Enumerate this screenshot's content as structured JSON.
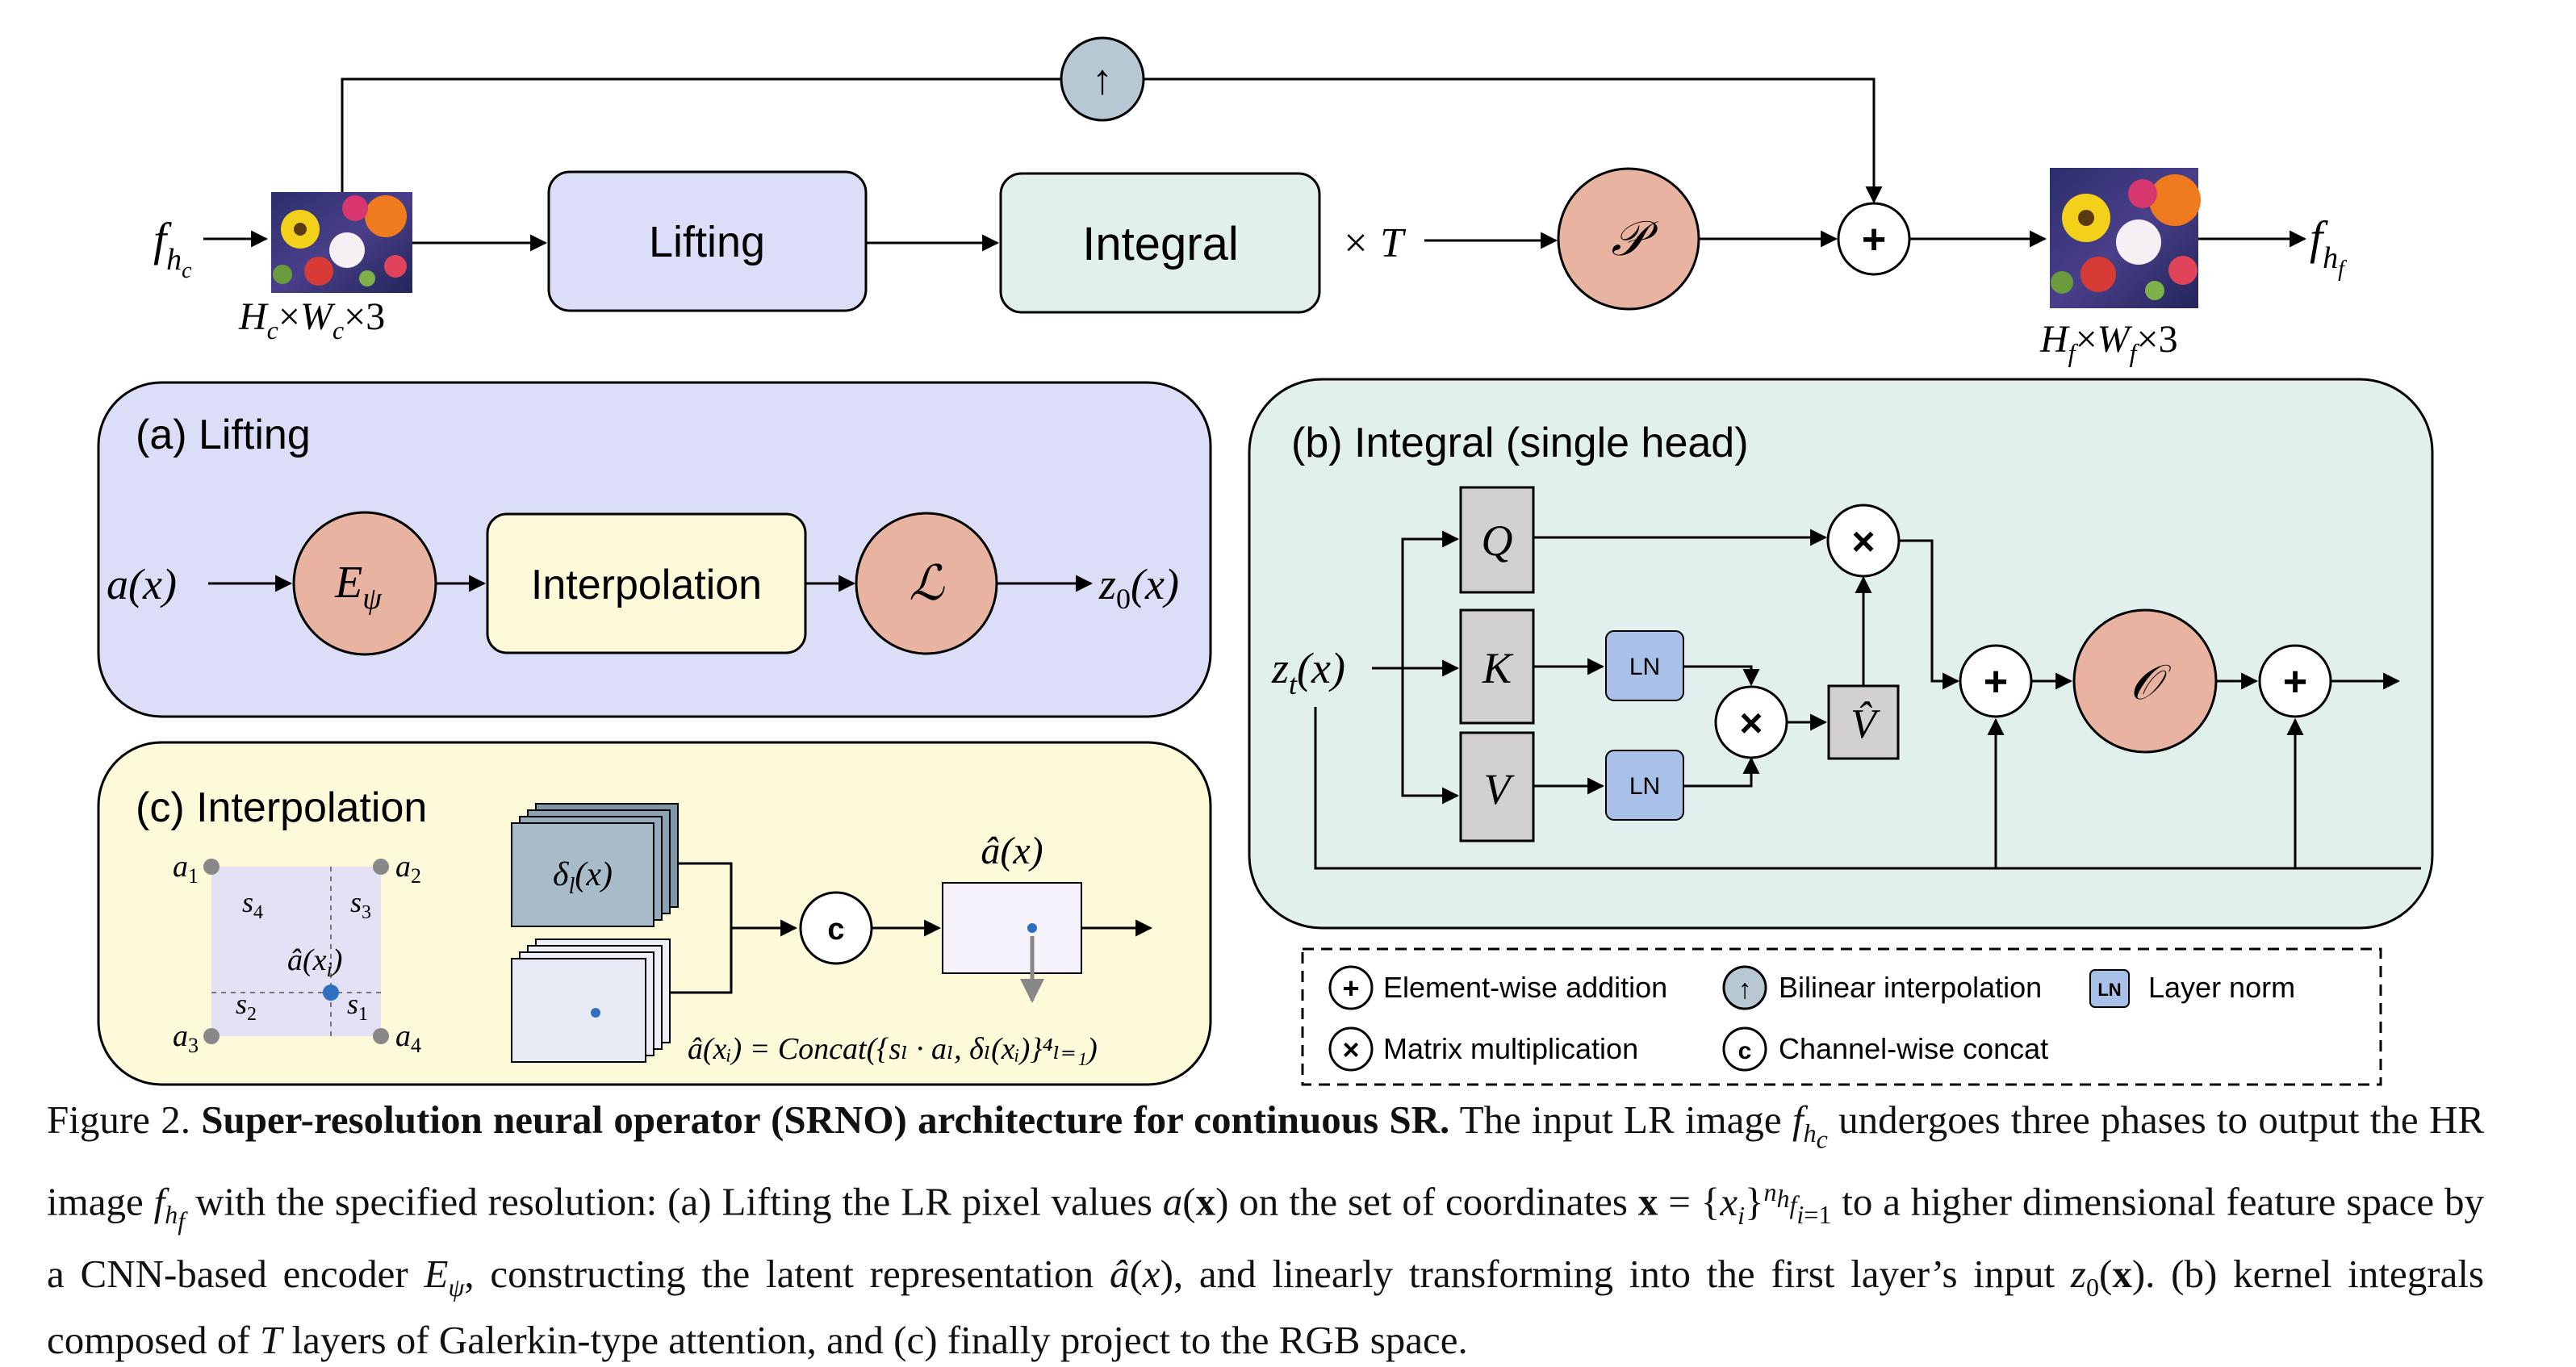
{
  "main": {
    "input_label": "f",
    "input_sub": "h",
    "input_subsub": "c",
    "input_dims": "H",
    "input_dims_sub": "c",
    "input_dims_w": "W",
    "input_dims_w_sub": "c",
    "times": "×",
    "three": "3",
    "lifting": "Lifting",
    "integral": "Integral",
    "times_t": "× T",
    "projection": "𝒫",
    "plus": "+",
    "up": "↑",
    "output_label": "f",
    "output_sub": "h",
    "output_subsub": "f",
    "output_dims": "H",
    "output_dims_sub": "f",
    "output_dims_w": "W",
    "output_dims_w_sub": "f"
  },
  "panel_a": {
    "title": "(a) Lifting",
    "input": "a(x)",
    "encoder": "E",
    "encoder_sub": "ψ",
    "interpolation": "Interpolation",
    "linear": "ℒ",
    "output": "z",
    "output_sub": "0",
    "output_arg": "(x)"
  },
  "panel_b": {
    "title": "(b) Integral (single head)",
    "input": "z",
    "input_sub": "t",
    "input_arg": "(x)",
    "q": "Q",
    "k": "K",
    "v": "V",
    "ln": "LN",
    "vhat": "V̂",
    "mult": "×",
    "plus": "+",
    "output_op": "𝒪"
  },
  "panel_c": {
    "title": "(c) Interpolation",
    "a1": "a",
    "a1_sub": "1",
    "a2": "a",
    "a2_sub": "2",
    "a3": "a",
    "a3_sub": "3",
    "a4": "a",
    "a4_sub": "4",
    "s1": "s",
    "s1_sub": "1",
    "s2": "s",
    "s2_sub": "2",
    "s3": "s",
    "s3_sub": "3",
    "s4": "s",
    "s4_sub": "4",
    "ahat_xi": "â(x",
    "ahat_xi_sub": "i",
    "ahat_xi_close": ")",
    "delta": "δ",
    "delta_sub": "l",
    "delta_arg": "(x)",
    "concat": "c",
    "ahat_x": "â(x)",
    "formula": "â(xᵢ) = Concat({sₗ · aₗ, δₗ(xᵢ)}⁴ₗ₌₁)"
  },
  "legend": {
    "addition": "Element-wise addition",
    "bilinear": "Bilinear interpolation",
    "layernorm": "Layer norm",
    "matmul": "Matrix multiplication",
    "concat": "Channel-wise concat",
    "ln": "LN",
    "c": "c",
    "plus": "+",
    "times": "×",
    "up": "↑"
  },
  "caption": {
    "fig": "Figure 2.",
    "bold": "Super-resolution neural operator (SRNO) architecture for continuous SR.",
    "t1": "The input LR image",
    "t2": "undergoes three phases to output the HR image",
    "t3": "with the specified resolution: (a) Lifting the LR pixel values",
    "t4": "on the set of coordinates",
    "t5": "to a higher dimensional feature space by a CNN-based encoder",
    "t6": ", constructing the latent representation",
    "t7": ", and linearly transforming into the first layer’s input",
    "t8": ". (b) kernel integrals composed of",
    "t9": "layers of Galerkin-type attention, and (c) finally project to the RGB space."
  },
  "colors": {
    "lifting_fill": "#DCDEF7",
    "integral_fill": "#E1F0EC",
    "salmon": "#E9B3A1",
    "gray_node": "#B8C8D3",
    "yellow": "#FCFAD8",
    "ln_blue": "#A9C0E9",
    "qkv_gray": "#D2D0D0"
  }
}
